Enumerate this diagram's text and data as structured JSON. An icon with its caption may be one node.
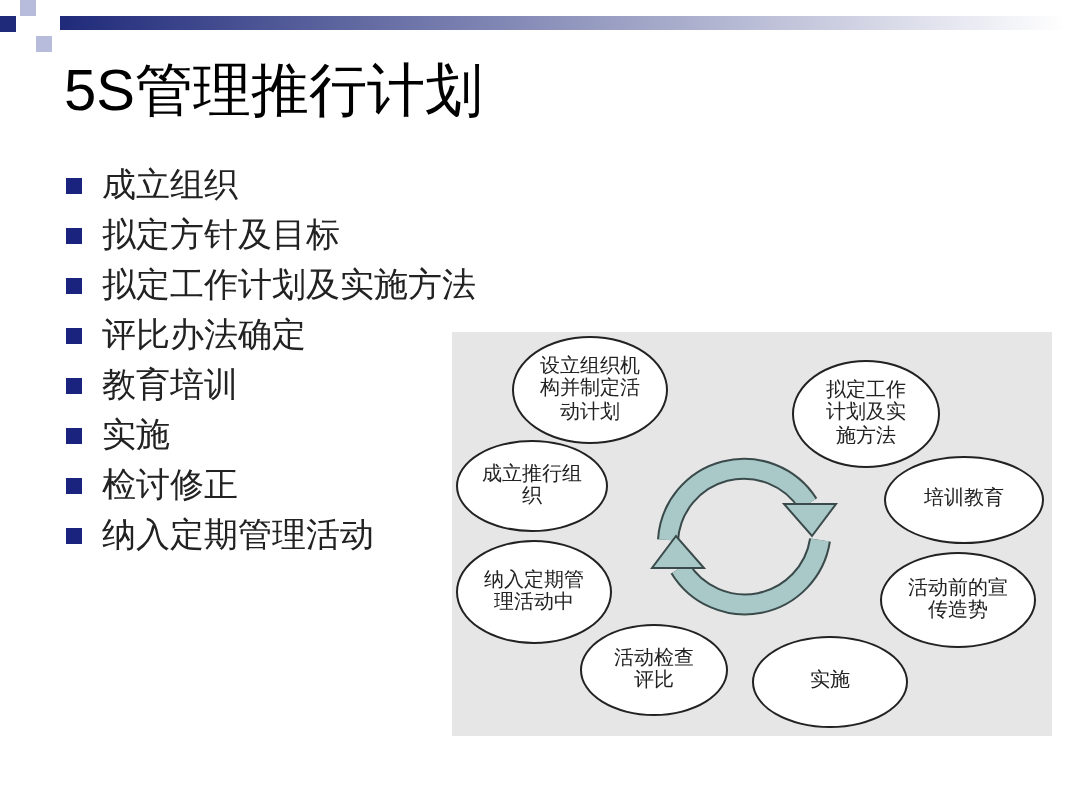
{
  "diagram": {
    "title": "5S管理推行计划",
    "nodes": [
      {
        "text": [
          "设立组织机构并制定活动计划"
        ]
      },
      {
        "text": [
          "拟定工作计划及实施方法"
        ]
      },
      {
        "text": [
          "培训教育"
        ]
      },
      {
        "text": [
          "活动前的宣传造势"
        ]
      },
      {
        "text": [
          "实施"
        ]
      },
      {
        "text": [
          "活动检查评比"
        ]
      },
      {
        "text": [
          "纳入定期管理活动中"
        ]
      },
      {
        "text": [
          "成立推行组织"
        ]
      }
    ],
    "edges": [],
    "labels": [
      "成立组织",
      "拟定方针及目标",
      "拟定工作计划及实施方法",
      "评比办法确定",
      "教育培训",
      "实施",
      "检讨修正",
      "纳入定期管理活动"
    ]
  }
}
